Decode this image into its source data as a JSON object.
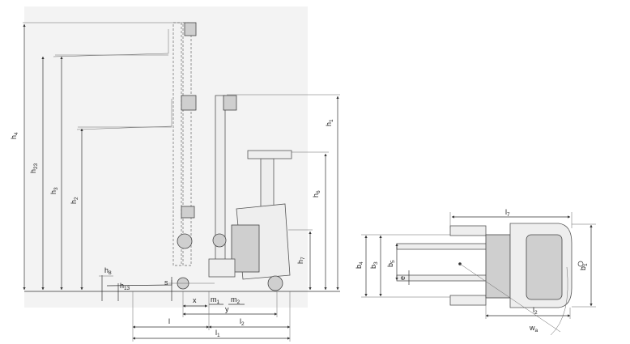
{
  "side_view": {
    "labels": {
      "h4": {
        "main": "h",
        "sub": "4"
      },
      "h23": {
        "main": "h",
        "sub": "23"
      },
      "h3": {
        "main": "h",
        "sub": "3"
      },
      "h2": {
        "main": "h",
        "sub": "2"
      },
      "h1": {
        "main": "h",
        "sub": "1"
      },
      "h6": {
        "main": "h",
        "sub": "6"
      },
      "h7": {
        "main": "h",
        "sub": "7"
      },
      "h8": {
        "main": "h",
        "sub": "8"
      },
      "h13": {
        "main": "h",
        "sub": "13"
      },
      "s": {
        "main": "s",
        "sub": ""
      },
      "x": {
        "main": "x",
        "sub": ""
      },
      "m1": {
        "main": "m",
        "sub": "1"
      },
      "m2": {
        "main": "m",
        "sub": "2"
      },
      "y": {
        "main": "y",
        "sub": ""
      },
      "l": {
        "main": "l",
        "sub": ""
      },
      "l2": {
        "main": "l",
        "sub": "2"
      },
      "l1": {
        "main": "l",
        "sub": "1"
      }
    }
  },
  "top_view": {
    "labels": {
      "l7": {
        "main": "l",
        "sub": "7"
      },
      "b4": {
        "main": "b",
        "sub": "4"
      },
      "b3": {
        "main": "b",
        "sub": "3"
      },
      "b5": {
        "main": "b",
        "sub": "5"
      },
      "e": {
        "main": "e",
        "sub": ""
      },
      "b1": {
        "main": "b",
        "sub": "1"
      },
      "l2": {
        "main": "l",
        "sub": "2"
      },
      "wa": {
        "main": "w",
        "sub": "a"
      }
    }
  }
}
